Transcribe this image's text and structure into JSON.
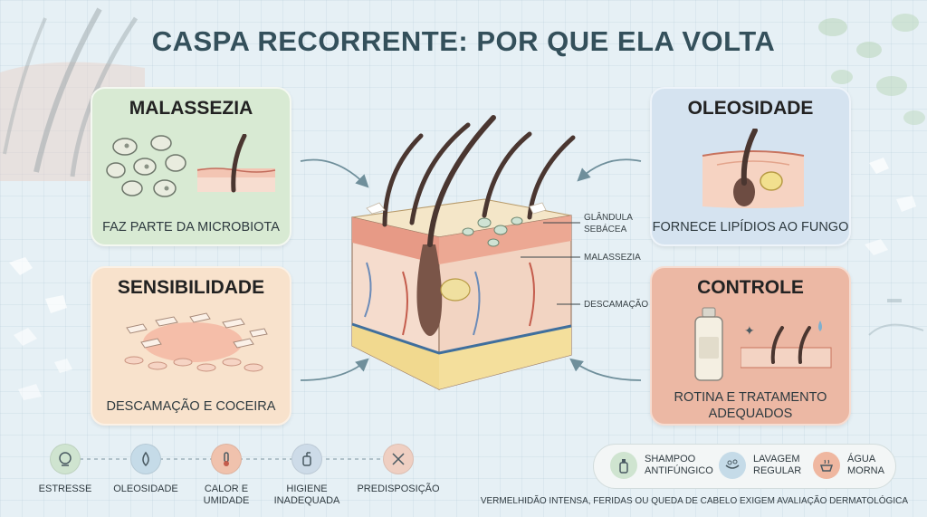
{
  "title": "CASPA RECORRENTE: POR QUE ELA VOLTA",
  "cards": {
    "malassezia": {
      "title": "MALASSEZIA",
      "caption": "FAZ PARTE DA MICROBIOTA"
    },
    "sensibilidade": {
      "title": "SENSIBILIDADE",
      "caption": "DESCAMAÇÃO E COCEIRA"
    },
    "oleosidade": {
      "title": "OLEOSIDADE",
      "caption": "FORNECE LIPÍDIOS AO FUNGO"
    },
    "controle": {
      "title": "CONTROLE",
      "caption_line1": "ROTINA E TRATAMENTO",
      "caption_line2": "ADEQUADOS"
    }
  },
  "diagram_labels": {
    "gland_line1": "GLÂNDULA",
    "gland_line2": "SEBÁCEA",
    "malassezia": "MALASSEZIA",
    "descamacao": "DESCAMAÇÃO"
  },
  "factors": [
    {
      "label_line1": "ESTRESSE",
      "label_line2": "",
      "icon": "head-icon",
      "color": "#cfe4d0"
    },
    {
      "label_line1": "OLEOSIDADE",
      "label_line2": "",
      "icon": "drop-icon",
      "color": "#c5dbe8"
    },
    {
      "label_line1": "CALOR E",
      "label_line2": "UMIDADE",
      "icon": "thermometer-icon",
      "color": "#f0c2ad"
    },
    {
      "label_line1": "HIGIENE",
      "label_line2": "INADEQUADA",
      "icon": "shampoo-bottle-icon",
      "color": "#cddbe8"
    },
    {
      "label_line1": "PREDISPOSIÇÃO",
      "label_line2": "",
      "icon": "dna-icon",
      "color": "#efcfc2"
    }
  ],
  "tips": [
    {
      "label_line1": "SHAMPOO",
      "label_line2": "ANTIFÚNGICO",
      "icon": "bottle-icon",
      "color": "#cfe4d0"
    },
    {
      "label_line1": "LAVAGEM",
      "label_line2": "REGULAR",
      "icon": "wash-icon",
      "color": "#c5dbe8"
    },
    {
      "label_line1": "ÁGUA",
      "label_line2": "MORNA",
      "icon": "warm-water-icon",
      "color": "#efb7a0"
    }
  ],
  "footer": "VERMELHIDÃO INTENSA, FERIDAS OU QUEDA DE CABELO EXIGEM AVALIAÇÃO DERMATOLÓGICA"
}
